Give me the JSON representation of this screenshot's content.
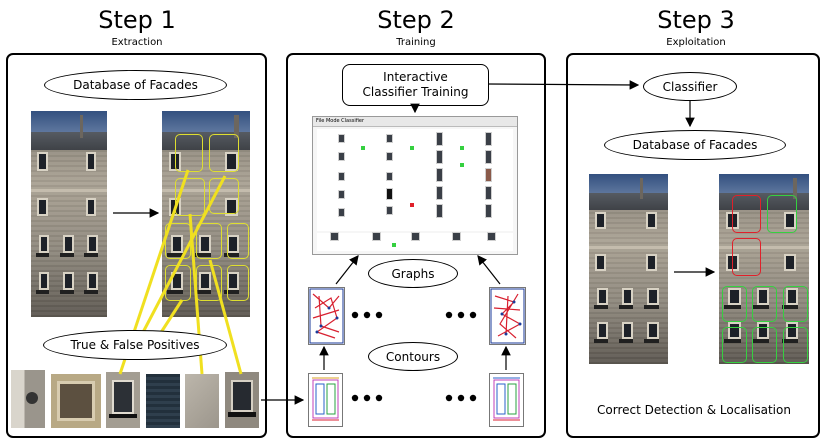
{
  "steps": [
    {
      "title": "Step 1",
      "subtitle": "Extraction"
    },
    {
      "title": "Step 2",
      "subtitle": "Training"
    },
    {
      "title": "Step 3",
      "subtitle": "Exploitation"
    }
  ],
  "step1": {
    "database_label": "Database of Facades",
    "positives_label": "True & False Positives"
  },
  "step2": {
    "training_label": "Interactive Classifier Training",
    "graphs_label": "Graphs",
    "contours_label": "Contours",
    "tool_menu": "File  Mode  Classifier"
  },
  "step3": {
    "classifier_label": "Classifier",
    "database_label": "Database of Facades",
    "result_caption": "Correct Detection & Localisation"
  },
  "colors": {
    "yellow": "#dede30",
    "green": "#35d040",
    "red": "#e0202a",
    "blue": "#2a62c8"
  }
}
